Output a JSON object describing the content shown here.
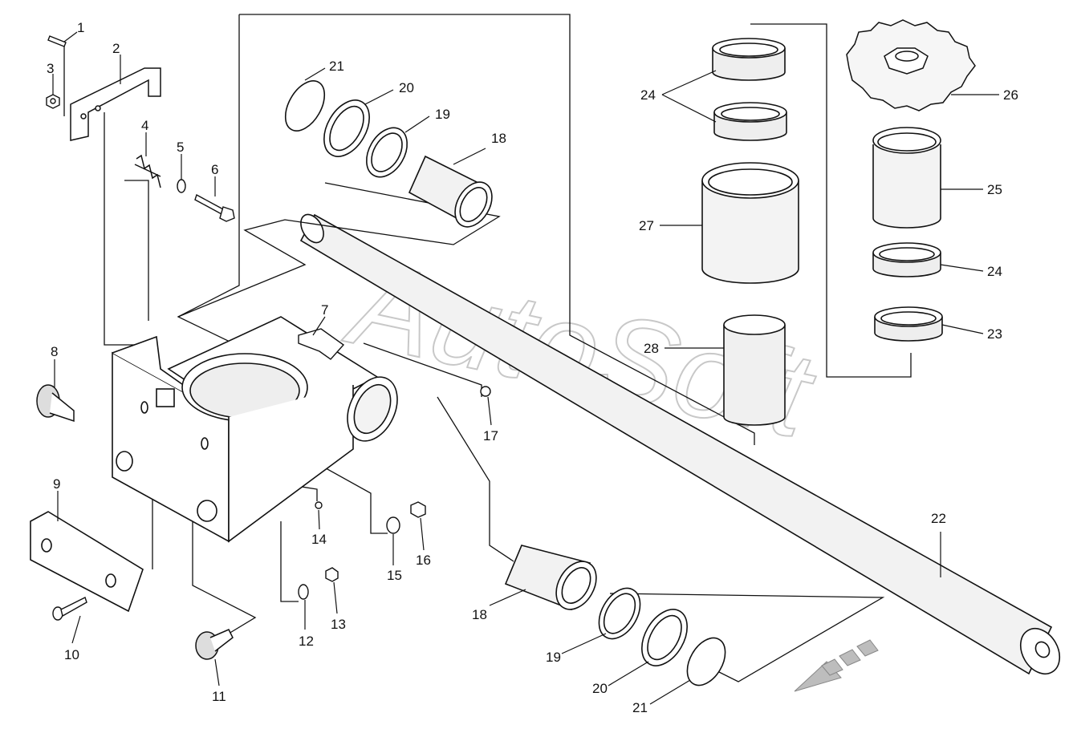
{
  "watermark": "AutoSoft",
  "colors": {
    "line": "#111111",
    "part_fill": "#ffffff",
    "shade": "#e6e6e6",
    "arrow": "#bdbdbd"
  },
  "direction_arrow_icon": "front-direction-arrow",
  "callouts": [
    "1",
    "2",
    "3",
    "4",
    "5",
    "6",
    "7",
    "8",
    "9",
    "10",
    "11",
    "12",
    "13",
    "14",
    "15",
    "16",
    "17",
    "18",
    "18",
    "19",
    "19",
    "20",
    "20",
    "21",
    "21",
    "22",
    "23",
    "24",
    "24",
    "24",
    "25",
    "26",
    "27",
    "28"
  ]
}
